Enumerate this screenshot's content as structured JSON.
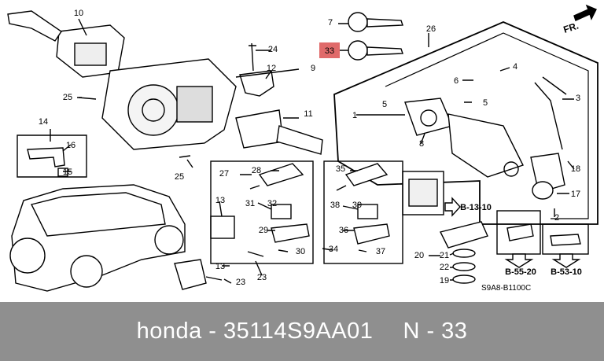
{
  "direction_label": "FR.",
  "callouts": [
    "10",
    "24",
    "12",
    "9",
    "25",
    "11",
    "25",
    "14",
    "16",
    "15",
    "7",
    "33",
    "26",
    "4",
    "6",
    "5",
    "5",
    "1",
    "3",
    "8",
    "18",
    "17",
    "2",
    "28",
    "27",
    "31",
    "32",
    "29",
    "30",
    "35",
    "38",
    "39",
    "36",
    "34",
    "37",
    "13",
    "13",
    "23",
    "23",
    "B-13-10",
    "20",
    "21",
    "22",
    "19",
    "B-55-20",
    "B-53-10"
  ],
  "highlighted_callout": "33",
  "highlight_color": "#e06a6a",
  "code_label": "S9A8-B1100C",
  "banner": {
    "brand": "honda",
    "separator": "-",
    "part_number": "35114S9AA01",
    "ref": "N - 33",
    "background": "#8f8f8f"
  }
}
